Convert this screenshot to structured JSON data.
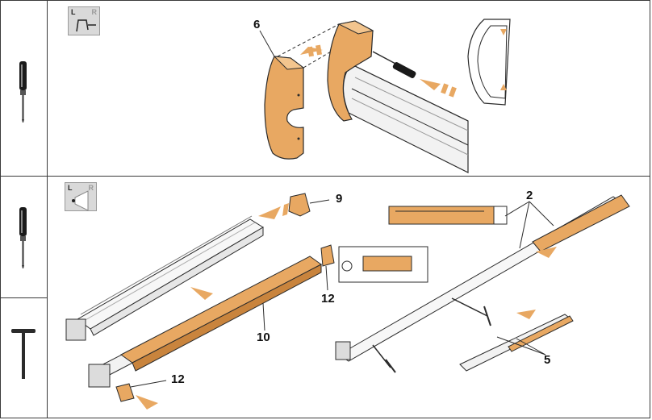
{
  "rows": [
    {
      "id": "row-1",
      "tools": [
        "screwdriver"
      ],
      "side_badge": {
        "left": "L",
        "right": "R"
      }
    },
    {
      "id": "row-2",
      "tools": [
        "screwdriver",
        "t-handle-key"
      ],
      "side_badge": {
        "left": "L",
        "right": "R"
      }
    }
  ],
  "callouts": {
    "c6": "6",
    "c9": "9",
    "c2": "2",
    "c12a": "12",
    "c10": "10",
    "c12b": "12",
    "c5": "5"
  },
  "colors": {
    "orange_part": "#e8a862",
    "orange_dark": "#c9843d",
    "line": "#2b2b2b",
    "grey_fill": "#f2f2f2"
  }
}
